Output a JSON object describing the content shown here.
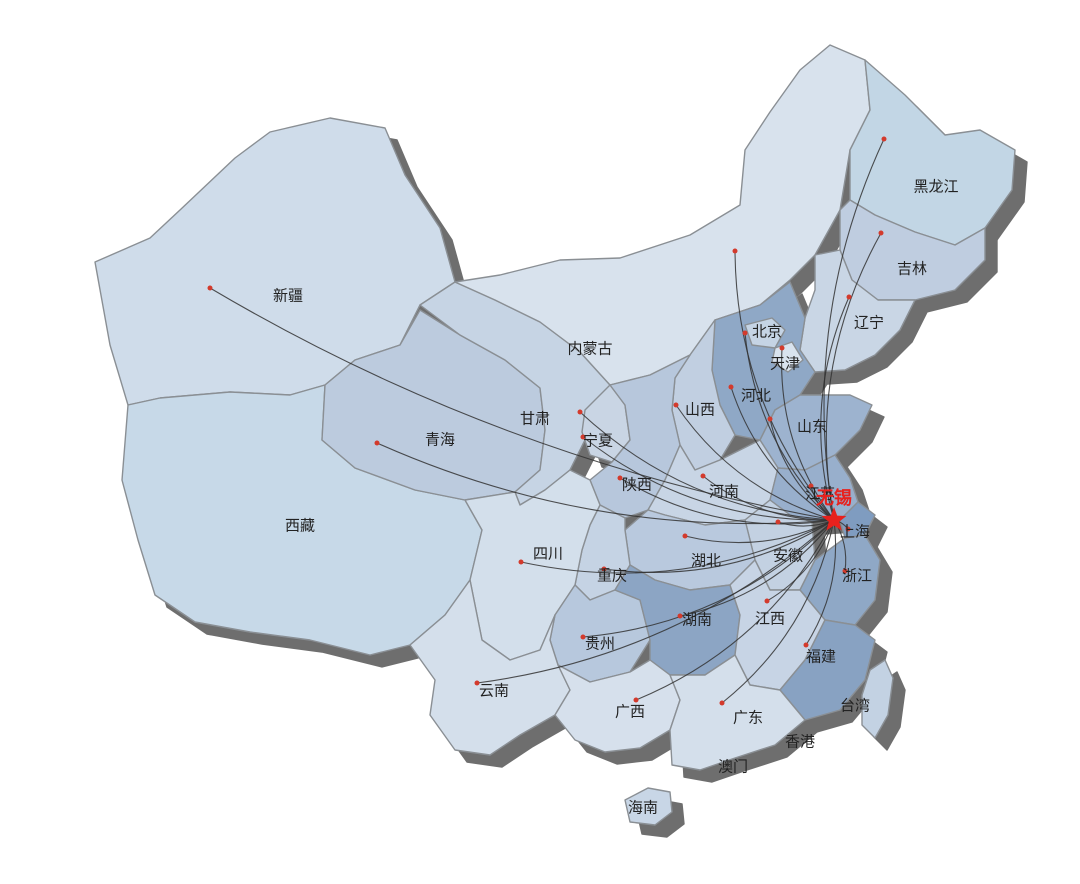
{
  "hub": {
    "name": "无锡",
    "color": "#e8211d"
  },
  "provinces": [
    {
      "key": "xinjiang",
      "name": "新疆",
      "shade": "#cfdcea"
    },
    {
      "key": "xizang",
      "name": "西藏",
      "shade": "#c7d9e8"
    },
    {
      "key": "qinghai",
      "name": "青海",
      "shade": "#bccbde"
    },
    {
      "key": "gansu",
      "name": "甘肃",
      "shade": "#c6d4e4"
    },
    {
      "key": "neimenggu",
      "name": "内蒙古",
      "shade": "#d8e2ed"
    },
    {
      "key": "heilongjiang",
      "name": "黑龙江",
      "shade": "#c2d6e5"
    },
    {
      "key": "jilin",
      "name": "吉林",
      "shade": "#bfcde0"
    },
    {
      "key": "liaoning",
      "name": "辽宁",
      "shade": "#c9d6e5"
    },
    {
      "key": "beijing",
      "name": "北京",
      "shade": "#c5d4e5"
    },
    {
      "key": "tianjin",
      "name": "天津",
      "shade": "#d9e3ee"
    },
    {
      "key": "hebei",
      "name": "河北",
      "shade": "#8fa8c6"
    },
    {
      "key": "shanxi",
      "name": "山西",
      "shade": "#c1cfe1"
    },
    {
      "key": "shandong",
      "name": "山东",
      "shade": "#9db3cf"
    },
    {
      "key": "ningxia",
      "name": "宁夏",
      "shade": "#c9d5e4"
    },
    {
      "key": "shaanxi",
      "name": "陕西",
      "shade": "#b7c7dc"
    },
    {
      "key": "henan",
      "name": "河南",
      "shade": "#c8d5e5"
    },
    {
      "key": "jiangsu",
      "name": "江苏",
      "shade": "#98afcc"
    },
    {
      "key": "shanghai",
      "name": "上海",
      "shade": "#7f9cc0"
    },
    {
      "key": "anhui",
      "name": "安徽",
      "shade": "#c3d1e2"
    },
    {
      "key": "hubei",
      "name": "湖北",
      "shade": "#b9c9de"
    },
    {
      "key": "sichuan",
      "name": "四川",
      "shade": "#d3dfeb"
    },
    {
      "key": "chongqing",
      "name": "重庆",
      "shade": "#c5d3e4"
    },
    {
      "key": "zhejiang",
      "name": "浙江",
      "shade": "#8fa8c6"
    },
    {
      "key": "jiangxi",
      "name": "江西",
      "shade": "#c7d4e5"
    },
    {
      "key": "hunan",
      "name": "湖南",
      "shade": "#8ca5c4"
    },
    {
      "key": "guizhou",
      "name": "贵州",
      "shade": "#b7c8dd"
    },
    {
      "key": "yunnan",
      "name": "云南",
      "shade": "#d4dfeb"
    },
    {
      "key": "guangxi",
      "name": "广西",
      "shade": "#d6e0ec"
    },
    {
      "key": "guangdong",
      "name": "广东",
      "shade": "#d4dfeb"
    },
    {
      "key": "fujian",
      "name": "福建",
      "shade": "#88a2c2"
    },
    {
      "key": "taiwan",
      "name": "台湾",
      "shade": "#c3d2e3"
    },
    {
      "key": "hainan",
      "name": "海南",
      "shade": "#c8d6e6"
    },
    {
      "key": "xianggang",
      "name": "香港",
      "shade": "#d4dfeb"
    },
    {
      "key": "aomen",
      "name": "澳门",
      "shade": "#d4dfeb"
    }
  ]
}
